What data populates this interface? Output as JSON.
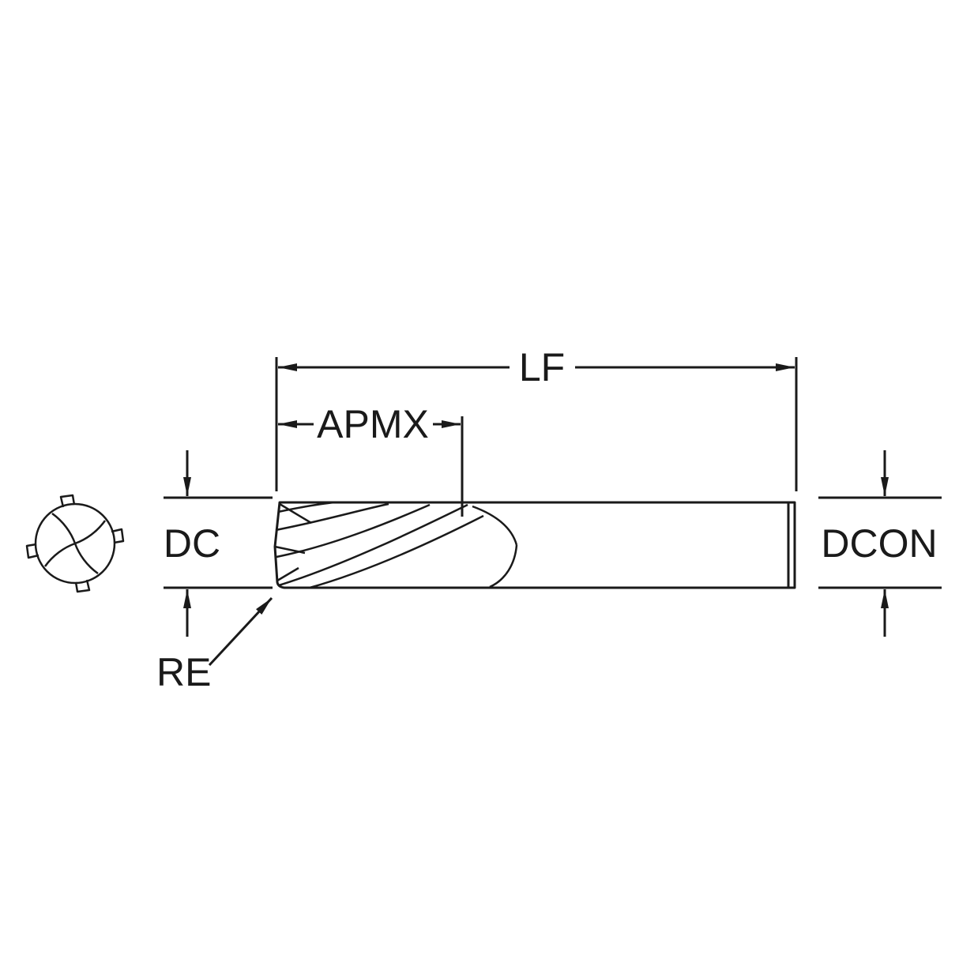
{
  "diagram": {
    "type": "technical-drawing",
    "subject": "end-mill-dimension-diagram",
    "labels": {
      "lf": "LF",
      "apmx": "APMX",
      "dc": "DC",
      "dcon": "DCON",
      "re": "RE"
    },
    "colors": {
      "line": "#1a1a1a",
      "background": "#ffffff"
    }
  }
}
